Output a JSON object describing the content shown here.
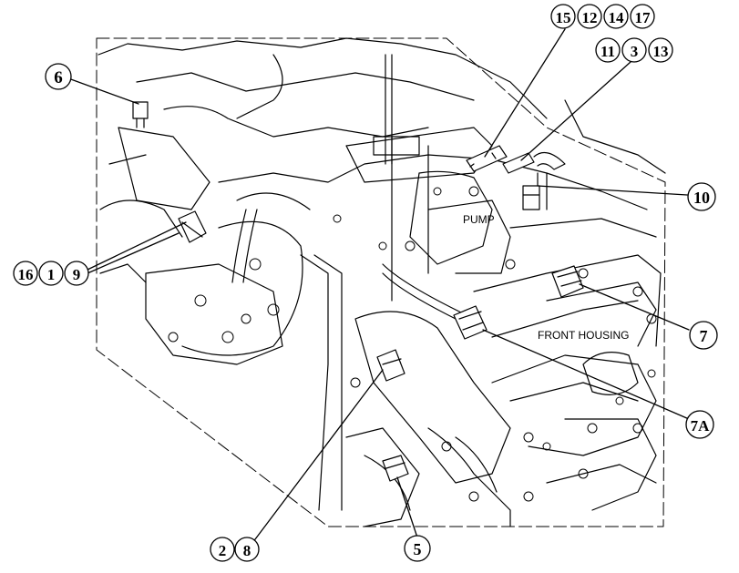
{
  "diagram": {
    "callouts": [
      {
        "id": "c6",
        "numbers": [
          "6"
        ]
      },
      {
        "id": "c15",
        "numbers": [
          "15",
          "12",
          "14",
          "17"
        ]
      },
      {
        "id": "c11",
        "numbers": [
          "11",
          "3",
          "13"
        ]
      },
      {
        "id": "c10",
        "numbers": [
          "10"
        ]
      },
      {
        "id": "c16",
        "numbers": [
          "16",
          "1",
          "9"
        ]
      },
      {
        "id": "c7",
        "numbers": [
          "7"
        ]
      },
      {
        "id": "c7a",
        "numbers": [
          "7A"
        ]
      },
      {
        "id": "c28",
        "numbers": [
          "2",
          "8"
        ]
      },
      {
        "id": "c5",
        "numbers": [
          "5"
        ]
      }
    ],
    "labels": {
      "pump": "PUMP",
      "front_housing": "FRONT HOUSING"
    }
  }
}
